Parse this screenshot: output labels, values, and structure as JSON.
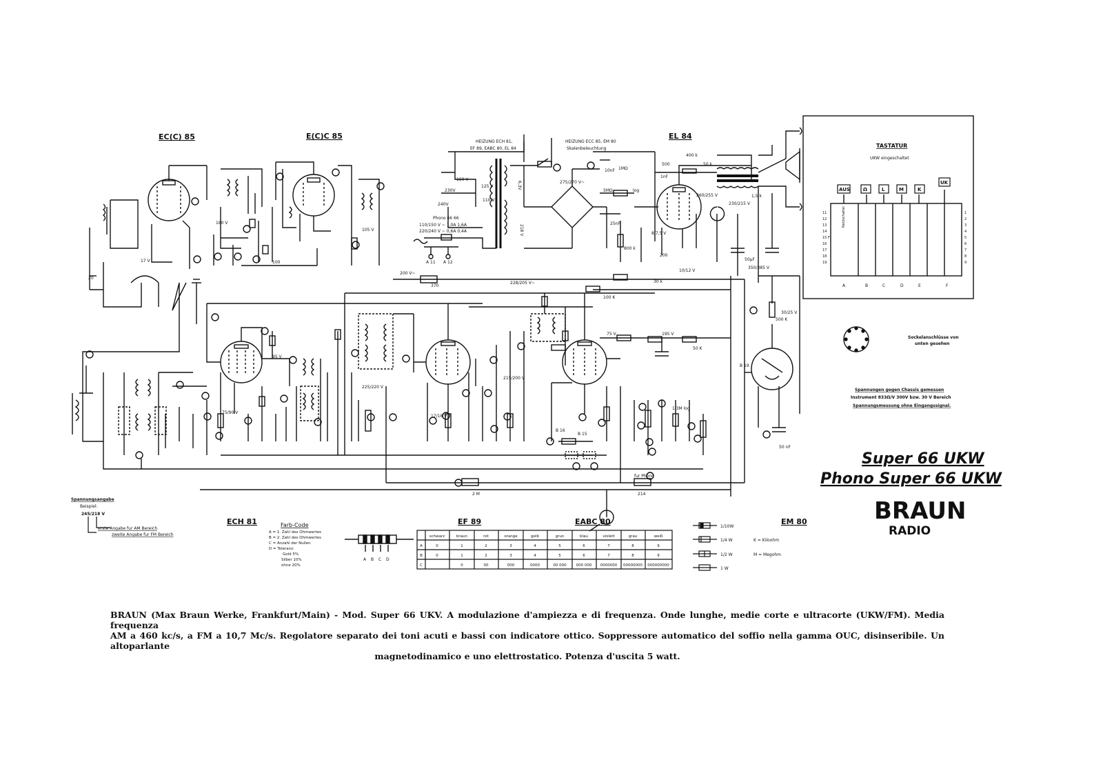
{
  "tubes": {
    "ecc85_left": "EC(C) 85",
    "ecc85_right": "E(C)C 85",
    "el84": "EL 84",
    "ech81": "ECH 81",
    "ef89": "EF 89",
    "eabc80": "EABC 80",
    "em80": "EM 80"
  },
  "power": {
    "heater_a": "HEIZUNG  ECH 81,",
    "heater_a2": "EF 89, EABC 80, EL 84",
    "heater_b": "HEIZUNG  ECC 85, EM 80",
    "heater_b2": "Skalenbeleuchtung",
    "v230": "230V",
    "v240": "240V",
    "v150": "150 V",
    "v125": "125 V",
    "v110": "110 V",
    "phono": "Phono  66     66",
    "mains1": "110/150 V ~ 1,0A  1,6A",
    "mains2": "220/240 V ~ 0,6A  0,4A",
    "a11": "A 11",
    "a12": "A 12",
    "v275": "275/270 V~",
    "v63": "6,3V",
    "v218": "218 V",
    "v200": "200 V~",
    "v228": "228/205 V~",
    "v370": "370"
  },
  "tastatur": {
    "title": "TASTATUR",
    "subtitle": "UKW eingeschaltet",
    "keys": [
      "AUS",
      "Ω",
      "L",
      "M",
      "K",
      "UK"
    ],
    "columns": [
      "A",
      "B",
      "C",
      "D",
      "E",
      "F"
    ],
    "left_numbers": [
      "11",
      "12",
      "13",
      "14",
      "15 F",
      "16",
      "17",
      "18",
      "19"
    ],
    "right_numbers": [
      "1",
      "2",
      "3",
      "4",
      "5",
      "6",
      "7",
      "8",
      "9"
    ],
    "strip_label": "Netzschalter"
  },
  "socket_note": {
    "line1": "Sockelanschlüsse von",
    "line2": "unten gesehen"
  },
  "voltage_note": {
    "line1": "Spannungen gegen Chassis gemessen",
    "line2": "Instrument 833Ω/V  300V bzw.  30 V  Bereich",
    "line3": "Spannungsmessung ohne Eingangssignal."
  },
  "models": {
    "model1": "Super 66 UKW",
    "model2": "Phono Super 66  UKW"
  },
  "brand": {
    "name": "BRAUN",
    "sub": "RADIO"
  },
  "spannung": {
    "title": "Spannungsangabe",
    "example": "Beispiel:",
    "value": "245/218 V",
    "first": "erste Angabe fur AM Bereich",
    "second": "zweite Angabe fur FM Bereich"
  },
  "farbcode": {
    "title": "Farb-Code",
    "a": "A = 1. Zahl des Ohmwertes",
    "b": "B = 2. Zahl des Ohmwertes",
    "c": "C = Anzahl der Nullen",
    "d": "D = Toleranz:",
    "gold": "Gold  5%",
    "silber": "Silber 10%",
    "ohne": "ohne 20%",
    "abcd": [
      "A",
      "B",
      "C",
      "D"
    ]
  },
  "color_table": {
    "headers": [
      "schwarz",
      "braun",
      "rot",
      "orange",
      "gelb",
      "grun",
      "blau",
      "violett",
      "grau",
      "weiß"
    ],
    "rows": [
      {
        "label": "A",
        "values": [
          "0",
          "1",
          "2",
          "3",
          "4",
          "5",
          "6",
          "7",
          "8",
          "9"
        ]
      },
      {
        "label": "B",
        "values": [
          "0",
          "1",
          "2",
          "3",
          "4",
          "5",
          "6",
          "7",
          "8",
          "9"
        ]
      },
      {
        "label": "C",
        "values": [
          "",
          "0",
          "00",
          "000",
          "0000",
          "00 000",
          "000 000",
          "0000000",
          "00000000",
          "000000000"
        ]
      }
    ]
  },
  "resistor_legend": {
    "w1": "1/10W",
    "w2": "1/4 W",
    "w3": "1/2 W",
    "w4": "1  W",
    "k": "K = Kiloohm",
    "m": "M = Megohm"
  },
  "components": {
    "r_400k": "400 k",
    "r_50k": "50 k",
    "c_500": "500",
    "c_1nf": "1nF",
    "r_1mohm": "1MΩ",
    "c_10nf": "10nF",
    "r_5mohm": "5MΩ",
    "r_log": "log",
    "c_25nf": "25nF",
    "r_800k": "800 k",
    "r_200": "200",
    "v_85": "8/7,5 V",
    "v_1012": "10/12 V",
    "v_260": "260/255 V",
    "v_230": "230/215 V",
    "r_15k": "1,5 k",
    "c_50uf": "50μF",
    "v_350": "350/385 V",
    "r_30k": "30 k",
    "r_100k": "100 K",
    "r_500k": "500 K",
    "v_3025": "30/25 V",
    "r_50k2": "50 K",
    "v_195": "195 V",
    "v_75": "75 V",
    "v_17": "17 V",
    "v_180": "180 V",
    "v_105": "105 V",
    "c_20": "20",
    "c_100": "100",
    "v_95": "95 V",
    "v_75900": "75/90 V",
    "v_225": "225/220 V",
    "v_1718": "17/18 V",
    "v_215": "215/200 V",
    "r_1m_log": "1,3M log",
    "c_50nf": "50 nF",
    "r_2m": "2 M",
    "r_214": "214",
    "fur_phono": "fur Phono",
    "b15": "B 15",
    "b16": "B 16",
    "b19": "B 19"
  },
  "caption": {
    "line1": "BRAUN (Max Braun Werke, Frankfurt/Main) - Mod. Super 66 UKV. A modulazione d'ampiezza e di frequenza. Onde lunghe, medie corte e ultracorte (UKW/FM). Media frequenza",
    "line2": "AM a 460 kc/s, a FM a 10,7 Mc/s. Regolatore separato dei toni acuti e bassi con indicatore ottico. Soppressore automatico del soffio nella gamma OUC, disinseribile. Un altoparlante",
    "line3": "magnetodinamico e uno elettrostatico. Potenza d'uscita 5 watt."
  }
}
